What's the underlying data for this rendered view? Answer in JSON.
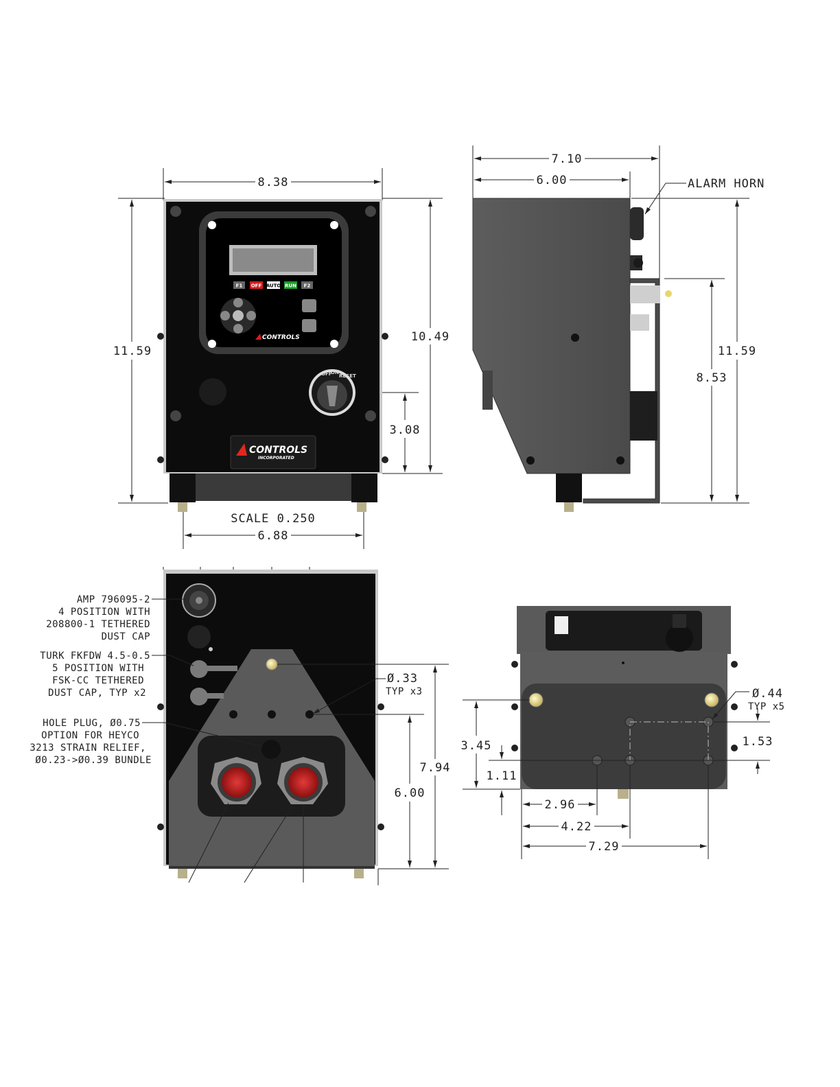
{
  "front_view": {
    "width_dim": "8.38",
    "height_dim": "11.59",
    "inner_height_dim": "10.49",
    "switch_dim": "3.08",
    "base_dim": "6.88",
    "scale_label": "SCALE  0.250",
    "logo_text": "CONTROLS",
    "logo_sub": "INCORPORATED",
    "keypad_keys": [
      "F1",
      "OFF",
      "AUTO",
      "RUN",
      "F2"
    ],
    "keypad_logo": "CONTROLS",
    "switch_labels": [
      "OFF",
      "ON",
      "RESET"
    ]
  },
  "side_view": {
    "depth_dim": "7.10",
    "body_depth_dim": "6.00",
    "height_dim": "11.59",
    "bracket_dim": "8.53",
    "alarm_label": "ALARM HORN"
  },
  "bottom_view": {
    "amp_note": [
      "AMP 796095-2",
      "4 POSITION WITH",
      "208800-1 TETHERED",
      "DUST CAP"
    ],
    "turk_note": [
      "TURK FKFDW 4.5-0.5",
      "5 POSITION WITH",
      "FSK-CC TETHERED",
      "DUST CAP, TYP x2"
    ],
    "plug_note": [
      "HOLE PLUG, Ø0.75",
      "OPTION FOR HEYCO",
      "3213 STRAIN RELIEF,",
      "Ø0.23->Ø0.39 BUNDLE"
    ],
    "hole_note": [
      "Ø.33",
      "TYP x3"
    ],
    "dim_600": "6.00",
    "dim_794": "7.94"
  },
  "top_view": {
    "hole_note": [
      "Ø.44",
      "TYP x5"
    ],
    "dim_345": "3.45",
    "dim_111": "1.11",
    "dim_153": "1.53",
    "dim_296": "2.96",
    "dim_422": "4.22",
    "dim_729": "7.29"
  }
}
